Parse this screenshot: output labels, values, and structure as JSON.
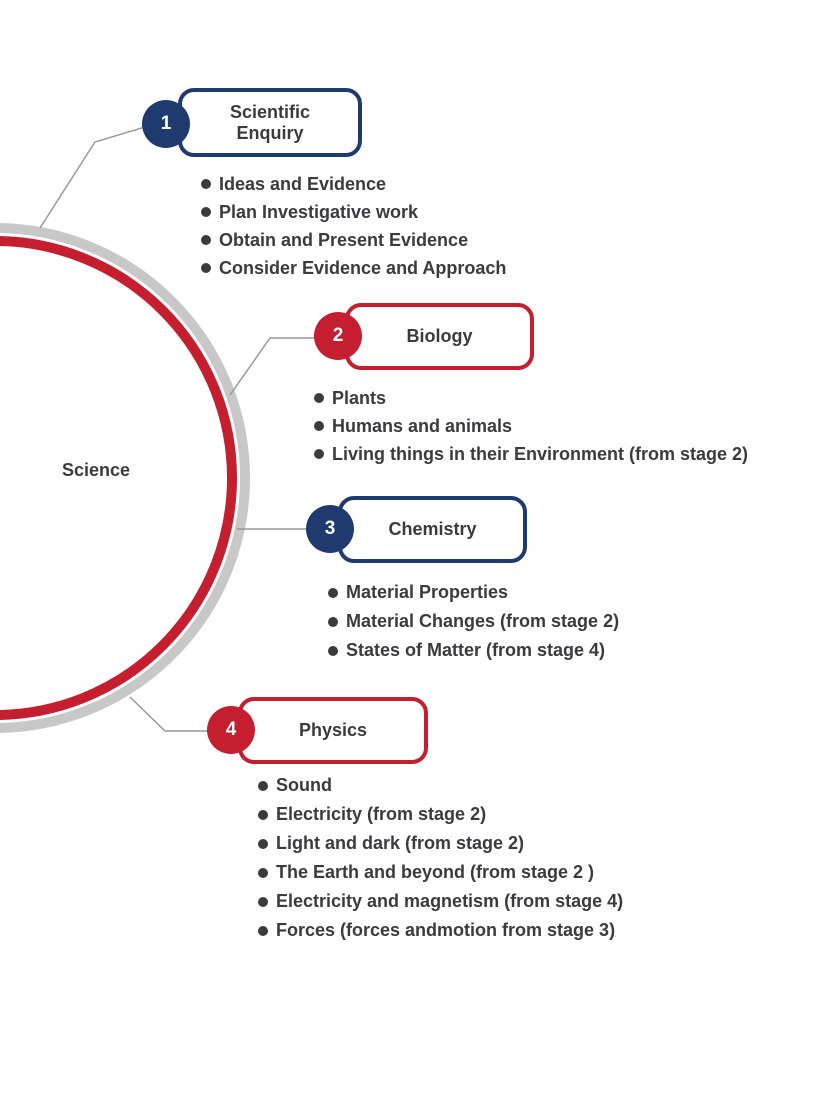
{
  "center_label": "Science",
  "colors": {
    "blue": "#1f3a6e",
    "red": "#c41e2f",
    "ring_gray": "#c8c8c8",
    "text": "#3b3b3d"
  },
  "nodes": [
    {
      "number": "1",
      "title": "Scientific Enquiry",
      "items": [
        "Ideas and Evidence",
        "Plan Investigative work",
        "Obtain and Present Evidence",
        "Consider Evidence and Approach"
      ]
    },
    {
      "number": "2",
      "title": "Biology",
      "items": [
        "Plants",
        "Humans and animals",
        "Living things in their Environment (from stage 2)"
      ]
    },
    {
      "number": "3",
      "title": "Chemistry",
      "items": [
        "Material Properties",
        "Material Changes (from stage 2)",
        "States of Matter (from stage  4)"
      ]
    },
    {
      "number": "4",
      "title": "Physics",
      "items": [
        "Sound",
        "Electricity (from stage 2)",
        "Light and dark (from stage 2)",
        "The  Earth and beyond (from stage 2 )",
        "Electricity and magnetism (from stage 4)",
        "Forces (forces andmotion from stage 3)"
      ]
    }
  ]
}
